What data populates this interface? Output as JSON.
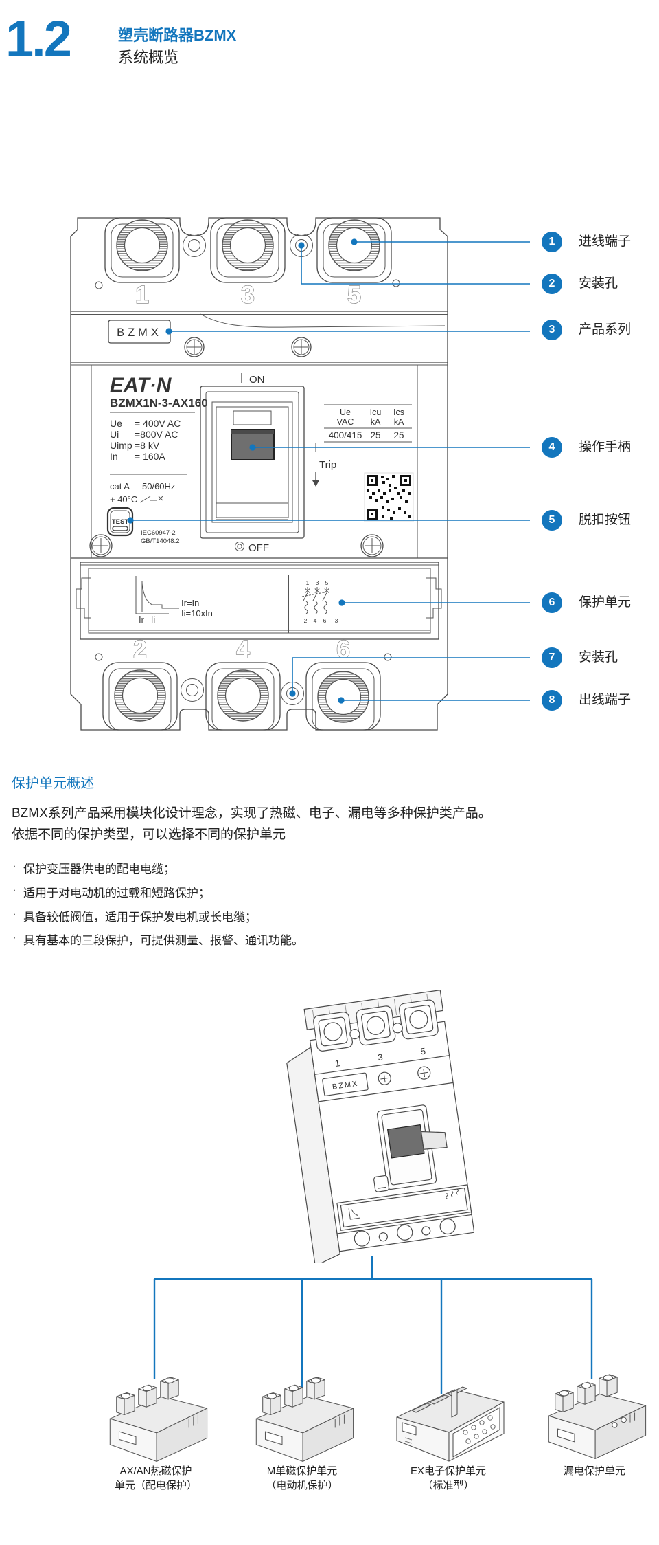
{
  "colors": {
    "accent": "#1376bd",
    "drawing_line": "#4a4a4a",
    "handle_gray": "#6f6f6f"
  },
  "page": {
    "section_number": "1.2",
    "title": "塑壳断路器BZMX",
    "subtitle": "系统概览"
  },
  "callouts": [
    {
      "num": "1",
      "label": "进线端子"
    },
    {
      "num": "2",
      "label": "安装孔"
    },
    {
      "num": "3",
      "label": "产品系列"
    },
    {
      "num": "4",
      "label": "操作手柄"
    },
    {
      "num": "5",
      "label": "脱扣按钮"
    },
    {
      "num": "6",
      "label": "保护单元"
    },
    {
      "num": "7",
      "label": "安装孔"
    },
    {
      "num": "8",
      "label": "出线端子"
    }
  ],
  "figure": {
    "series_label": "BZMX",
    "logo": "EAT·N",
    "model": "BZMX1N-3-AX160",
    "specs": [
      {
        "k": "Ue",
        "v": "= 400V AC"
      },
      {
        "k": "Ui",
        "v": "=800V AC"
      },
      {
        "k": "Uimp",
        "v": "=8  kV"
      },
      {
        "k": "In",
        "v": "= 160A"
      }
    ],
    "cat": "cat A",
    "freq": "50/60Hz",
    "temp": "+ 40°C",
    "test_label": "TEST",
    "standards": [
      "IEC60947-2",
      "GB/T14048.2"
    ],
    "on_label": "ON",
    "off_label": "OFF",
    "trip_label": "Trip",
    "table": {
      "col1": {
        "l1": "Ue",
        "l2": "VAC"
      },
      "col2": {
        "l1": "Icu",
        "l2": "kA"
      },
      "col3": {
        "l1": "Ics",
        "l2": "kA"
      },
      "values": [
        "400/415",
        "25",
        "25"
      ]
    },
    "curve": {
      "x1": "Ir",
      "x2": "Ii",
      "t1": "Ir=In",
      "t2": "Ii=10xIn"
    },
    "top_poles": [
      "1",
      "3",
      "5"
    ],
    "bottom_poles": [
      "2",
      "4",
      "6"
    ],
    "circuit": {
      "top": [
        "1",
        "3",
        "5"
      ],
      "bottom": [
        "2",
        "4",
        "6"
      ],
      "extra": "3"
    }
  },
  "overview": {
    "heading": "保护单元概述",
    "paragraph": [
      "BZMX系列产品采用模块化设计理念，实现了热磁、电子、漏电等多种保护类产品。",
      "依据不同的保护类型，可以选择不同的保护单元"
    ],
    "bullet_marker": "·",
    "bullets": [
      "保护变压器供电的配电电缆；",
      "适用于对电动机的过载和短路保护；",
      "具备较低阀值，适用于保护发电机或长电缆；",
      "具有基本的三段保护，可提供测量、报警、通讯功能。"
    ]
  },
  "figure2": {
    "series_label": "BZMX",
    "poles": [
      "1",
      "3",
      "5"
    ]
  },
  "units": [
    {
      "line1": "AX/AN热磁保护",
      "line2": "单元（配电保护）"
    },
    {
      "line1": "M单磁保护单元",
      "line2": "（电动机保护）"
    },
    {
      "line1": "EX电子保护单元",
      "line2": "（标准型）"
    },
    {
      "line1": "漏电保护单元",
      "line2": ""
    }
  ]
}
